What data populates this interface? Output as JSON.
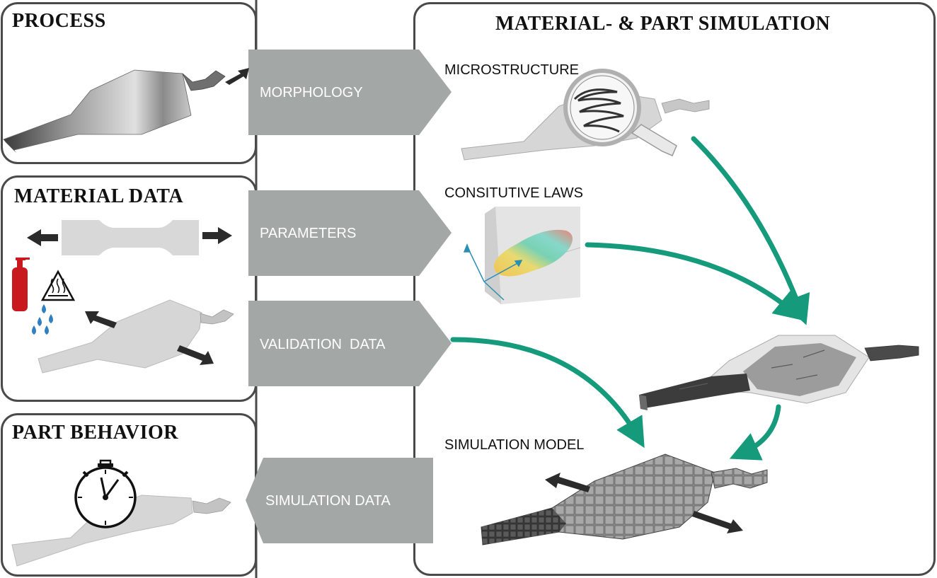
{
  "panels": {
    "process": "PROCESS",
    "material_data": "MATERIAL DATA",
    "part_behavior": "PART BEHAVIOR",
    "simulation": "MATERIAL- & PART SIMULATION"
  },
  "arrows": {
    "morphology": "MORPHOLOGY",
    "parameters": "PARAMETERS",
    "validation": "VALIDATION  DATA",
    "simulation_data": "SIMULATION DATA"
  },
  "labels": {
    "microstructure": "MICROSTRUCTURE",
    "constitutive": "CONSITUTIVE LAWS",
    "simulation_model": "SIMULATION MODEL"
  },
  "colors": {
    "panel_border": "#4a4a4a",
    "arrow_fill": "#a3a7a6",
    "flow_arrow": "#169a7c",
    "part_gray": "#d4d4d4",
    "dark_arrow": "#2b2b2b",
    "extinguisher": "#c8191f",
    "water": "#2f7fc1"
  },
  "icons": [
    "arrow-icon",
    "fire-extinguisher-icon",
    "hot-surface-warning-icon",
    "water-drops-icon",
    "stopwatch-icon",
    "magnifier-icon"
  ]
}
